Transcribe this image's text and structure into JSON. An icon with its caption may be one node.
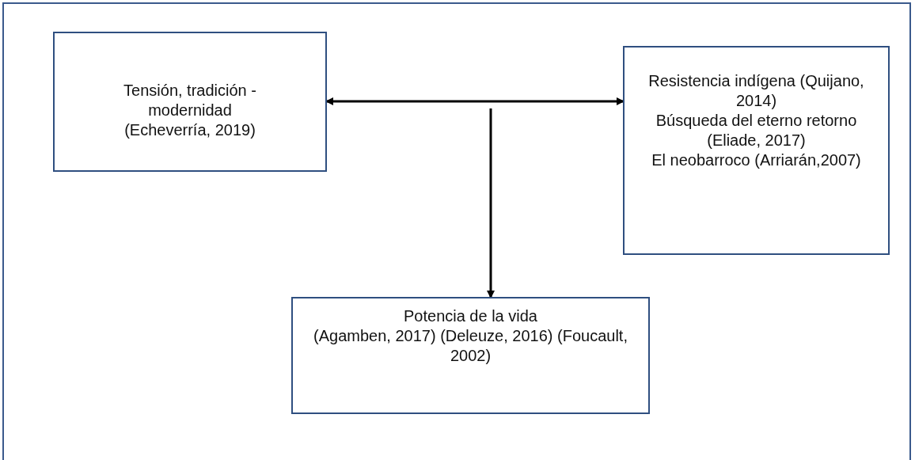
{
  "diagram": {
    "nodes": [
      {
        "text": [
          "Tensión, tradición - modernidad",
          "(Echeverría, 2019)"
        ]
      },
      {
        "text": [
          "Resistencia indígena (Quijano, 2014)",
          "Búsqueda del eterno retorno (Eliade, 2017)",
          "El neobarroco (Arriarán,2007)"
        ]
      },
      {
        "text": [
          "Potencia de la vida",
          "(Agamben, 2017) (Deleuze, 2016) (Foucault, 2002)"
        ]
      }
    ],
    "edges": [
      {
        "from": 0,
        "to": 1,
        "arrow": "both"
      },
      {
        "from": null,
        "to": 2,
        "arrow": "to"
      }
    ]
  }
}
